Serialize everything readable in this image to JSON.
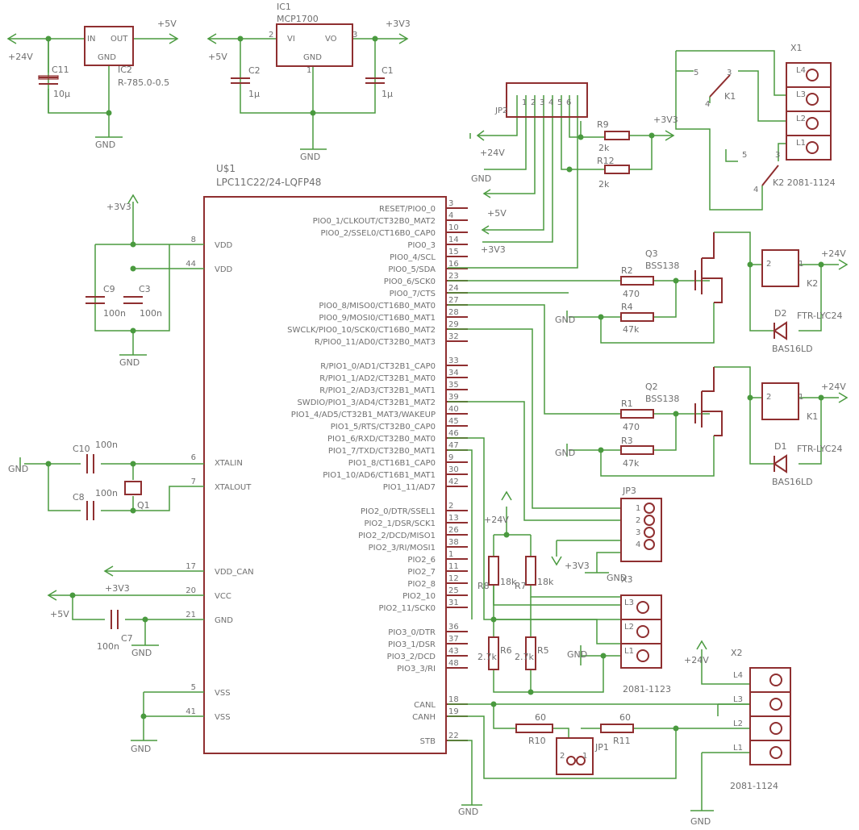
{
  "mcu": {
    "name": "U$1",
    "part": "LPC11C22/24-LQFP48",
    "right_pins": [
      [
        "RESET/PIO0_0",
        "3"
      ],
      [
        "PIO0_1/CLKOUT/CT32B0_MAT2",
        "4"
      ],
      [
        "PIO0_2/SSEL0/CT16B0_CAP0",
        "10"
      ],
      [
        "PIO0_3",
        "14"
      ],
      [
        "PIO0_4/SCL",
        "15"
      ],
      [
        "PIO0_5/SDA",
        "16"
      ],
      [
        "PIO0_6/SCK0",
        "23"
      ],
      [
        "PIO0_7/CTS",
        "24"
      ],
      [
        "PIO0_8/MISO0/CT16B0_MAT0",
        "27"
      ],
      [
        "PIO0_9/MOSI0/CT16B0_MAT1",
        "28"
      ],
      [
        "SWCLK/PIO0_10/SCK0/CT16B0_MAT2",
        "29"
      ],
      [
        "R/PIO0_11/AD0/CT32B0_MAT3",
        "32"
      ],
      [
        "R/PIO1_0/AD1/CT32B1_CAP0",
        "33"
      ],
      [
        "R/PIO1_1/AD2/CT32B1_MAT0",
        "34"
      ],
      [
        "R/PIO1_2/AD3/CT32B1_MAT1",
        "35"
      ],
      [
        "SWDIO/PIO1_3/AD4/CT32B1_MAT2",
        "39"
      ],
      [
        "PIO1_4/AD5/CT32B1_MAT3/WAKEUP",
        "40"
      ],
      [
        "PIO1_5/RTS/CT32B0_CAP0",
        "45"
      ],
      [
        "PIO1_6/RXD/CT32B0_MAT0",
        "46"
      ],
      [
        "PIO1_7/TXD/CT32B0_MAT1",
        "47"
      ],
      [
        "PIO1_8/CT16B1_CAP0",
        "9"
      ],
      [
        "PIO1_10/AD6/CT16B1_MAT1",
        "30"
      ],
      [
        "PIO1_11/AD7",
        "42"
      ],
      [
        "PIO2_0/DTR/SSEL1",
        "2"
      ],
      [
        "PIO2_1/DSR/SCK1",
        "13"
      ],
      [
        "PIO2_2/DCD/MISO1",
        "26"
      ],
      [
        "PIO2_3/RI/MOSI1",
        "38"
      ],
      [
        "PIO2_6",
        "1"
      ],
      [
        "PIO2_7",
        "11"
      ],
      [
        "PIO2_8",
        "12"
      ],
      [
        "PIO2_10",
        "25"
      ],
      [
        "PIO2_11/SCK0",
        "31"
      ],
      [
        "PIO3_0/DTR",
        "36"
      ],
      [
        "PIO3_1/DSR",
        "37"
      ],
      [
        "PIO3_2/DCD",
        "43"
      ],
      [
        "PIO3_3/RI",
        "48"
      ],
      [
        "CANL",
        "18"
      ],
      [
        "CANH",
        "19"
      ],
      [
        "STB",
        "22"
      ]
    ],
    "left_pins": [
      [
        "VDD",
        "8"
      ],
      [
        "VDD",
        "44"
      ],
      [
        "XTALIN",
        "6"
      ],
      [
        "XTALOUT",
        "7"
      ],
      [
        "VDD_CAN",
        "17"
      ],
      [
        "VCC",
        "20"
      ],
      [
        "GND",
        "21"
      ],
      [
        "VSS",
        "5"
      ],
      [
        "VSS",
        "41"
      ]
    ]
  },
  "labels": [
    [
      "+24V"
    ],
    [
      "+5V"
    ],
    [
      "C11"
    ],
    [
      "10µ"
    ],
    [
      "IC2"
    ],
    [
      "R-785.0-0.5"
    ],
    [
      "IN"
    ],
    [
      "OUT"
    ],
    [
      "GND"
    ],
    [
      "GND"
    ],
    [
      "IC1"
    ],
    [
      "MCP1700"
    ],
    [
      "+5V"
    ],
    [
      "+3V3"
    ],
    [
      "C2"
    ],
    [
      "1µ"
    ],
    [
      "C1"
    ],
    [
      "1µ"
    ],
    [
      "VI"
    ],
    [
      "VO"
    ],
    [
      "GND"
    ],
    [
      "2"
    ],
    [
      "3"
    ],
    [
      "1"
    ],
    [
      "GND"
    ],
    [
      "JP2"
    ],
    [
      "1"
    ],
    [
      "2"
    ],
    [
      "3"
    ],
    [
      "4"
    ],
    [
      "5"
    ],
    [
      "6"
    ],
    [
      "+24V"
    ],
    [
      "GND"
    ],
    [
      "+5V"
    ],
    [
      "+3V3"
    ],
    [
      "R9"
    ],
    [
      "2k"
    ],
    [
      "R12"
    ],
    [
      "2k"
    ],
    [
      "+3V3"
    ],
    [
      "X1"
    ],
    [
      "L4"
    ],
    [
      "L3"
    ],
    [
      "L2"
    ],
    [
      "L1"
    ],
    [
      "5"
    ],
    [
      "3"
    ],
    [
      "4"
    ],
    [
      "K1"
    ],
    [
      "5"
    ],
    [
      "3"
    ],
    [
      "4"
    ],
    [
      "K2  2081-1124"
    ],
    [
      "+3V3"
    ],
    [
      "C9"
    ],
    [
      "100n"
    ],
    [
      "C3"
    ],
    [
      "100n"
    ],
    [
      "GND"
    ],
    [
      "Q3"
    ],
    [
      "BSS138"
    ],
    [
      "R2"
    ],
    [
      "470"
    ],
    [
      "R4"
    ],
    [
      "47k"
    ],
    [
      "GND"
    ],
    [
      "2"
    ],
    [
      "1"
    ],
    [
      "+24V"
    ],
    [
      "K2"
    ],
    [
      "FTR-LYC24"
    ],
    [
      "D2"
    ],
    [
      "BAS16LD"
    ],
    [
      "Q2"
    ],
    [
      "BSS138"
    ],
    [
      "R1"
    ],
    [
      "470"
    ],
    [
      "R3"
    ],
    [
      "47k"
    ],
    [
      "GND"
    ],
    [
      "2"
    ],
    [
      "1"
    ],
    [
      "+24V"
    ],
    [
      "K1"
    ],
    [
      "FTR-LYC24"
    ],
    [
      "D1"
    ],
    [
      "BAS16LD"
    ],
    [
      "GND"
    ],
    [
      "C10"
    ],
    [
      "100n"
    ],
    [
      "C8"
    ],
    [
      "100n"
    ],
    [
      "Q1"
    ],
    [
      "+3V3"
    ],
    [
      "+5V"
    ],
    [
      "C7"
    ],
    [
      "100n"
    ],
    [
      "GND"
    ],
    [
      "GND"
    ],
    [
      "JP3"
    ],
    [
      "1"
    ],
    [
      "2"
    ],
    [
      "3"
    ],
    [
      "4"
    ],
    [
      "+24V"
    ],
    [
      "+3V3"
    ],
    [
      "GND"
    ],
    [
      "X3"
    ],
    [
      "R8"
    ],
    [
      "18k"
    ],
    [
      "R7"
    ],
    [
      "18k"
    ],
    [
      "R6"
    ],
    [
      "2.7k"
    ],
    [
      "R5"
    ],
    [
      "2.7k"
    ],
    [
      "L3"
    ],
    [
      "L2"
    ],
    [
      "L1"
    ],
    [
      "GND"
    ],
    [
      "2081-1123"
    ],
    [
      "+24V"
    ],
    [
      "X2"
    ],
    [
      "L4"
    ],
    [
      "L3"
    ],
    [
      "L2"
    ],
    [
      "L1"
    ],
    [
      "60"
    ],
    [
      "R10"
    ],
    [
      "60"
    ],
    [
      "R11"
    ],
    [
      "JP1"
    ],
    [
      "2"
    ],
    [
      "1"
    ],
    [
      "2081-1124"
    ],
    [
      "GND"
    ],
    [
      "GND"
    ]
  ]
}
